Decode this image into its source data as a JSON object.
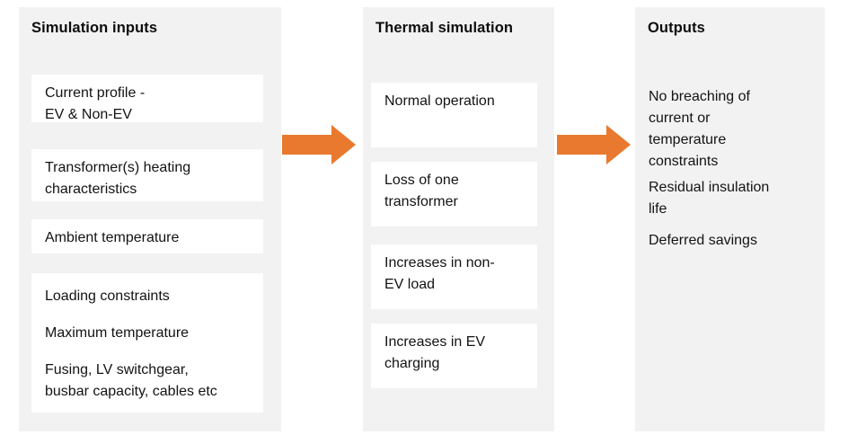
{
  "diagram": {
    "type": "flow",
    "background_color": "#ffffff",
    "panel_color": "#f2f2f2",
    "card_color": "#ffffff",
    "accent_color": "#e8792e",
    "text_color": "#131313"
  },
  "columns": [
    {
      "id": "simulation-inputs",
      "title": "Simulation inputs",
      "cards": [
        {
          "id": "current-profile",
          "text": "Current profile -\nEV & Non-EV"
        },
        {
          "id": "transformer-heating",
          "text": "Transformer(s)  heating\ncharacteristics"
        },
        {
          "id": "ambient-temperature",
          "text": "Ambient temperature"
        }
      ],
      "constraints_card": {
        "id": "constraints",
        "lines": [
          "Loading constraints",
          "Maximum temperature",
          "Fusing, LV switchgear,\nbusbar capacity, cables etc"
        ]
      }
    },
    {
      "id": "thermal-simulation",
      "title": "Thermal simulation",
      "cards": [
        {
          "id": "normal-operation",
          "text": "Normal operation"
        },
        {
          "id": "loss-of-one-transformer",
          "text": "Loss of one\ntransformer"
        },
        {
          "id": "increases-in-non-ev-load",
          "text": "Increases in non-\nEV load"
        },
        {
          "id": "increases-in-ev-charging",
          "text": "Increases in EV\ncharging"
        }
      ]
    },
    {
      "id": "outputs",
      "title": "Outputs",
      "lines": [
        "No breaching of\ncurrent or\ntemperature\nconstraints",
        "Residual insulation\nlife",
        "Deferred savings"
      ]
    }
  ],
  "connectors": [
    {
      "id": "arrow-inputs-to-thermal",
      "icon": "right-arrow-icon",
      "color": "#e8792e"
    },
    {
      "id": "arrow-thermal-to-outputs",
      "icon": "right-arrow-icon",
      "color": "#e8792e"
    }
  ]
}
